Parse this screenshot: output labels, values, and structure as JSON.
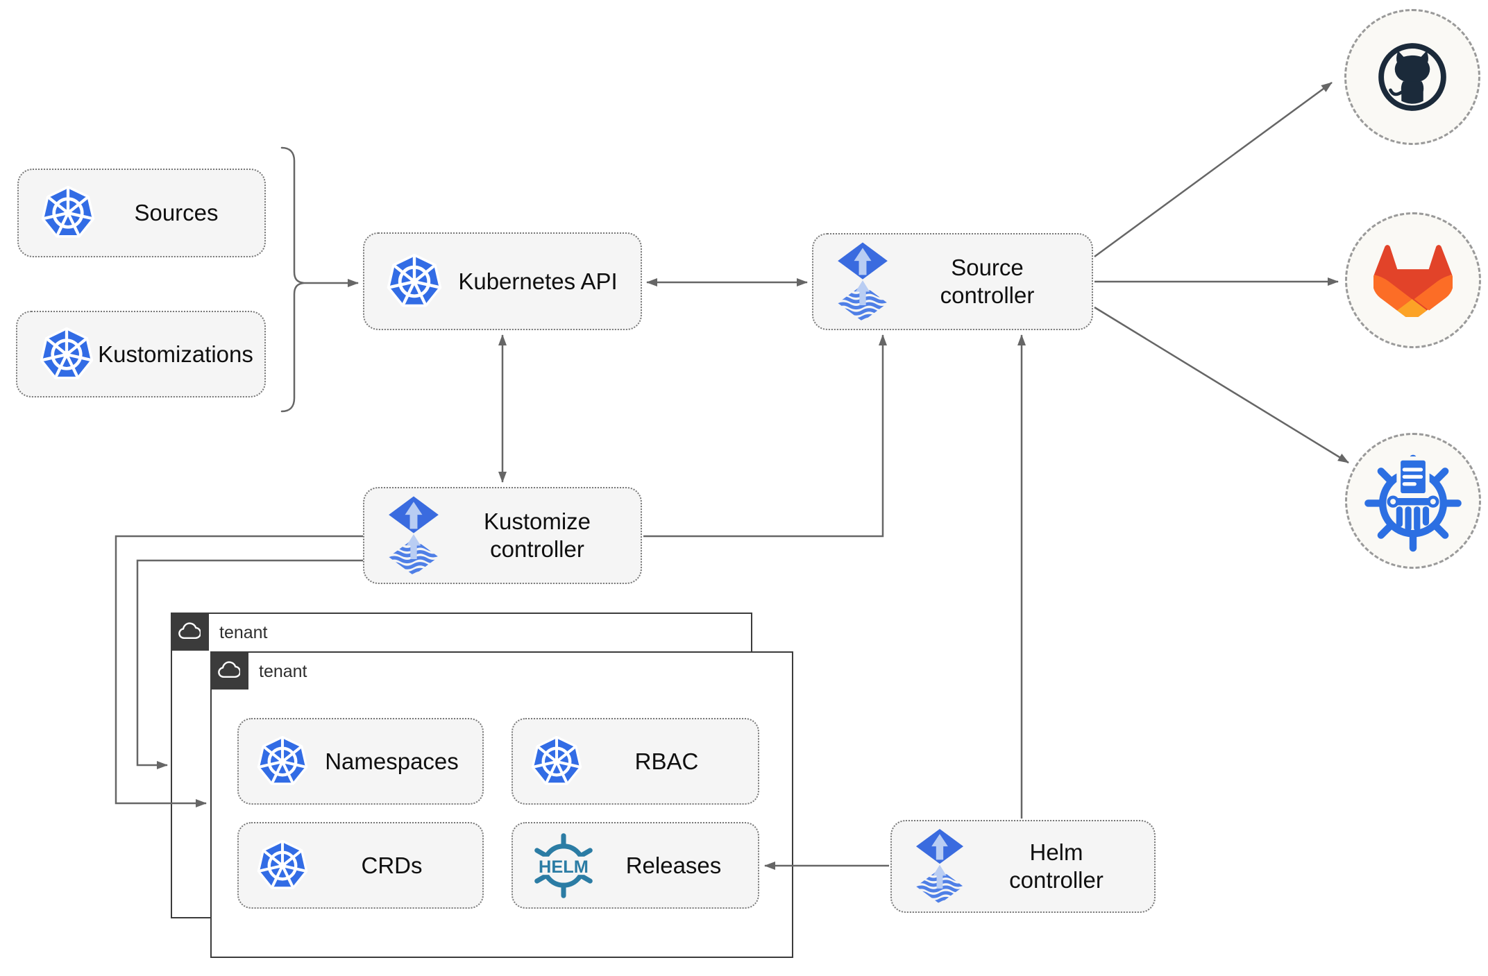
{
  "diagram": {
    "nodes": {
      "sources": {
        "label": "Sources"
      },
      "kustomizations": {
        "label": "Kustomizations"
      },
      "kubernetes_api": {
        "label": "Kubernetes API"
      },
      "source_controller": {
        "label": "Source controller"
      },
      "kustomize_controller": {
        "label": "Kustomize controller"
      },
      "helm_controller": {
        "label": "Helm controller"
      },
      "tenant_outer": {
        "label": "tenant"
      },
      "tenant_inner": {
        "label": "tenant"
      },
      "namespaces": {
        "label": "Namespaces"
      },
      "rbac": {
        "label": "RBAC"
      },
      "crds": {
        "label": "CRDs"
      },
      "releases": {
        "label": "Releases"
      }
    },
    "helm_logo_text": "HELM",
    "icons": {
      "kubernetes": "kubernetes-logo",
      "flux": "flux-logo",
      "helm": "helm-wheel-logo",
      "github": "github-logo",
      "gitlab": "gitlab-logo",
      "chartmuseum": "chartmuseum-logo",
      "cloud": "cloud-icon"
    },
    "colors": {
      "kubernetes_blue": "#326CE5",
      "flux_blue": "#3A6BDF",
      "flux_light_arrow": "#B9CDF3",
      "helm_teal": "#2B7CA4",
      "github_dark": "#1B2A3A",
      "gitlab_red": "#E24329",
      "gitlab_orange": "#FC6D26",
      "gitlab_yellow": "#FCA326",
      "chartmuseum_blue": "#2C6FE2",
      "edge_gray": "#666666",
      "node_fill": "#F5F5F5",
      "tenant_border": "#3B3B3B"
    }
  }
}
